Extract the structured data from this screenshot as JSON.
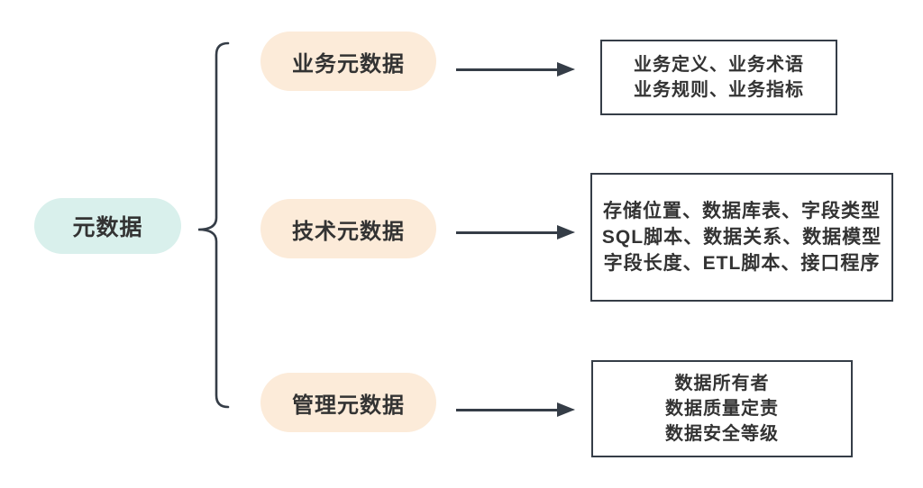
{
  "diagram": {
    "root": {
      "label": "元数据"
    },
    "branches": [
      {
        "label": "业务元数据",
        "details": [
          "业务定义、业务术语",
          "业务规则、业务指标"
        ]
      },
      {
        "label": "技术元数据",
        "details": [
          "存储位置、数据库表、字段类型",
          "SQL脚本、数据关系、数据模型",
          "字段长度、ETL脚本、接口程序"
        ]
      },
      {
        "label": "管理元数据",
        "details": [
          "数据所有者",
          "数据质量定责",
          "数据安全等级"
        ]
      }
    ],
    "colors": {
      "canvas_bg": "#ffffff",
      "root_bg": "#d9f0ec",
      "branch_bg": "#fcebd9",
      "text": "#333333",
      "stroke": "#353d47"
    }
  }
}
